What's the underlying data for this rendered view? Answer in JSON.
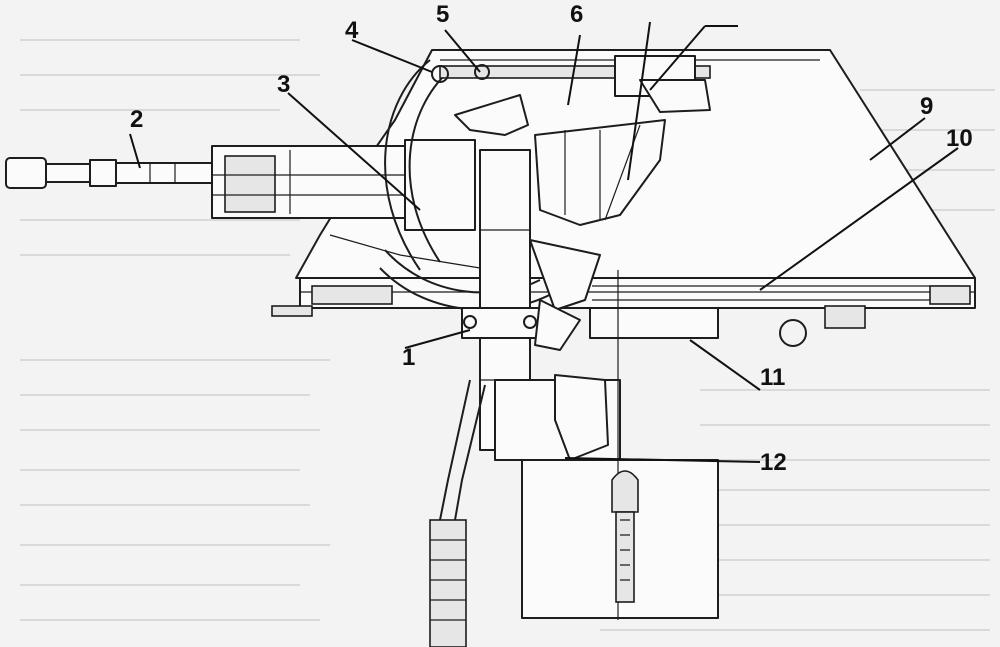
{
  "callouts": [
    {
      "id": "c1",
      "label": "1"
    },
    {
      "id": "c2",
      "label": "2"
    },
    {
      "id": "c3",
      "label": "3"
    },
    {
      "id": "c4",
      "label": "4"
    },
    {
      "id": "c5",
      "label": "5"
    },
    {
      "id": "c6",
      "label": "6"
    },
    {
      "id": "c9",
      "label": "9"
    },
    {
      "id": "c10",
      "label": "10"
    },
    {
      "id": "c11",
      "label": "11"
    },
    {
      "id": "c12",
      "label": "12"
    }
  ],
  "colors": {
    "paper": "#f3f3f3",
    "ink": "#1d1d1d",
    "bleed_through": "#c9c9c9"
  }
}
